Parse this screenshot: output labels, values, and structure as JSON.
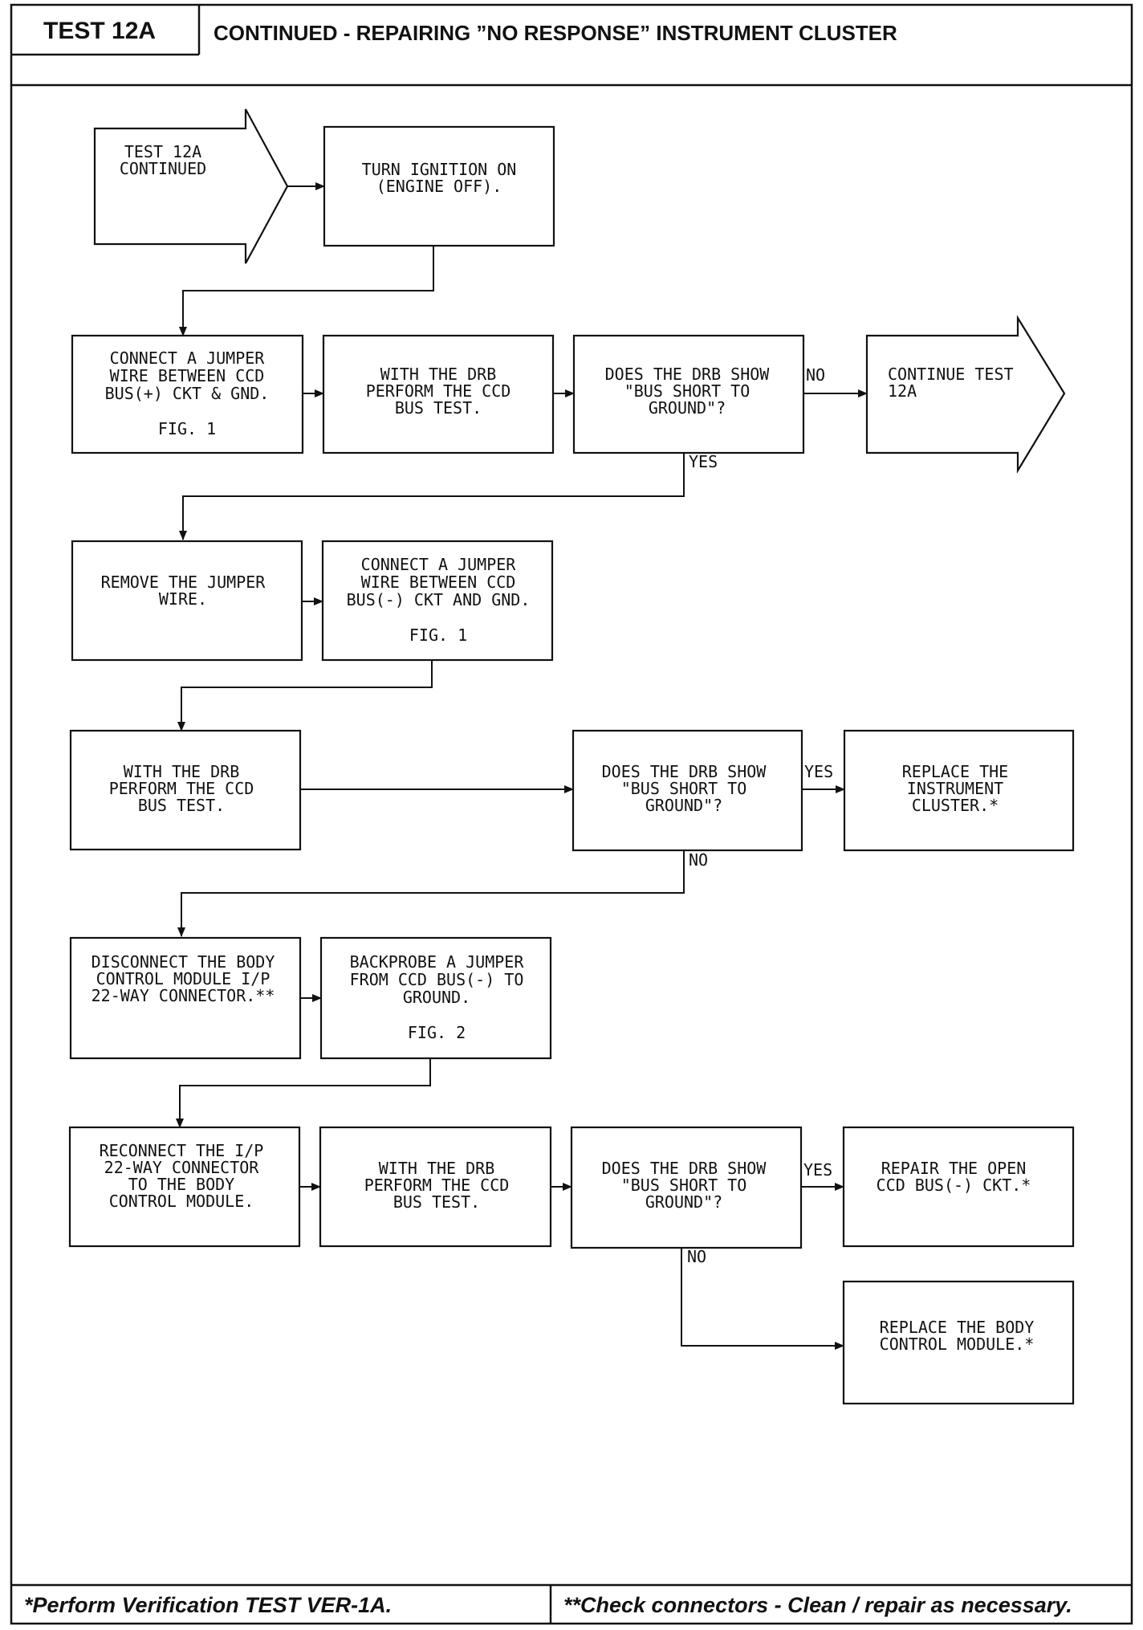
{
  "header": {
    "test_id": "TEST 12A",
    "title": "CONTINUED - REPAIRING ”NO RESPONSE” INSTRUMENT CLUSTER"
  },
  "footer": {
    "left": "*Perform Verification TEST VER-1A.",
    "right": "**Check connectors - Clean / repair as necessary."
  },
  "nodes": {
    "start": [
      "TEST 12A",
      "CONTINUED"
    ],
    "ignition": [
      "TURN IGNITION ON",
      "(ENGINE OFF)."
    ],
    "jumper_pos": [
      "CONNECT A JUMPER",
      "WIRE BETWEEN CCD",
      "BUS(+) CKT & GND.",
      "",
      "FIG. 1"
    ],
    "bus_test_1": [
      "WITH THE DRB",
      "PERFORM THE CCD",
      "BUS TEST."
    ],
    "decision_1": [
      "DOES THE DRB SHOW",
      "\"BUS SHORT TO",
      "GROUND\"?"
    ],
    "continue": [
      "CONTINUE TEST",
      "12A"
    ],
    "remove_jumper": [
      "REMOVE THE JUMPER",
      "WIRE."
    ],
    "jumper_neg": [
      "CONNECT A JUMPER",
      "WIRE BETWEEN CCD",
      "BUS(-) CKT AND GND.",
      "",
      "FIG. 1"
    ],
    "bus_test_2": [
      "WITH THE DRB",
      "PERFORM THE CCD",
      "BUS TEST."
    ],
    "decision_2": [
      "DOES THE DRB SHOW",
      "\"BUS SHORT TO",
      "GROUND\"?"
    ],
    "replace_cluster": [
      "REPLACE THE",
      "INSTRUMENT",
      "CLUSTER.*"
    ],
    "disconnect_bcm": [
      "DISCONNECT THE BODY",
      "CONTROL MODULE I/P",
      "22-WAY CONNECTOR.**"
    ],
    "backprobe": [
      "BACKPROBE A JUMPER",
      "FROM CCD BUS(-) TO",
      "GROUND.",
      "",
      "FIG. 2"
    ],
    "reconnect": [
      "RECONNECT THE I/P",
      "22-WAY CONNECTOR",
      "TO THE BODY",
      "CONTROL MODULE."
    ],
    "bus_test_3": [
      "WITH THE DRB",
      "PERFORM THE CCD",
      "BUS TEST."
    ],
    "decision_3": [
      "DOES THE DRB SHOW",
      "\"BUS SHORT TO",
      "GROUND\"?"
    ],
    "repair_open": [
      "REPAIR THE OPEN",
      "CCD BUS(-) CKT.*"
    ],
    "replace_bcm": [
      "REPLACE THE BODY",
      "CONTROL MODULE.*"
    ]
  },
  "edge_labels": {
    "d1_no": "NO",
    "d1_yes": "YES",
    "d2_yes": "YES",
    "d2_no": "NO",
    "d3_yes": "YES",
    "d3_no": "NO"
  }
}
